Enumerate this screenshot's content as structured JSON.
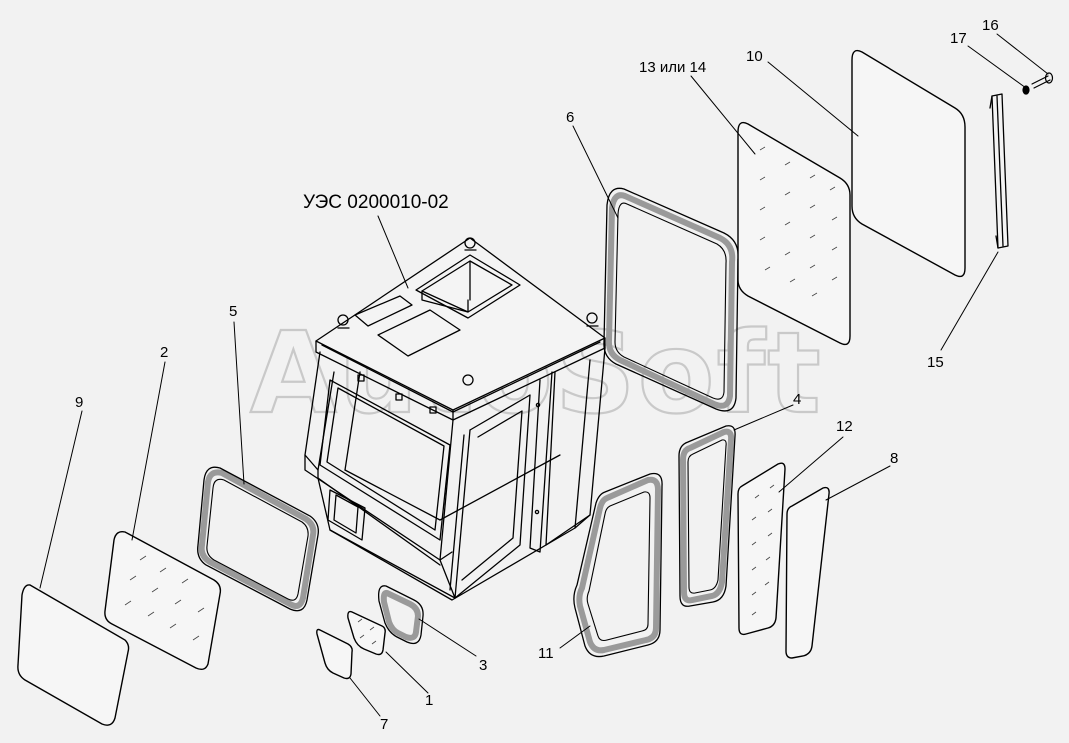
{
  "drawing": {
    "assembly_label": "УЭС 0200010-02",
    "watermark": "AutoSoft",
    "callouts": [
      {
        "id": "1",
        "text": "1"
      },
      {
        "id": "2",
        "text": "2"
      },
      {
        "id": "3",
        "text": "3"
      },
      {
        "id": "4",
        "text": "4"
      },
      {
        "id": "5",
        "text": "5"
      },
      {
        "id": "6",
        "text": "6"
      },
      {
        "id": "7",
        "text": "7"
      },
      {
        "id": "8",
        "text": "8"
      },
      {
        "id": "9",
        "text": "9"
      },
      {
        "id": "10",
        "text": "10"
      },
      {
        "id": "11",
        "text": "11"
      },
      {
        "id": "12",
        "text": "12"
      },
      {
        "id": "13",
        "text": "13 или 14"
      },
      {
        "id": "15",
        "text": "15"
      },
      {
        "id": "16",
        "text": "16"
      },
      {
        "id": "17",
        "text": "17"
      }
    ]
  }
}
